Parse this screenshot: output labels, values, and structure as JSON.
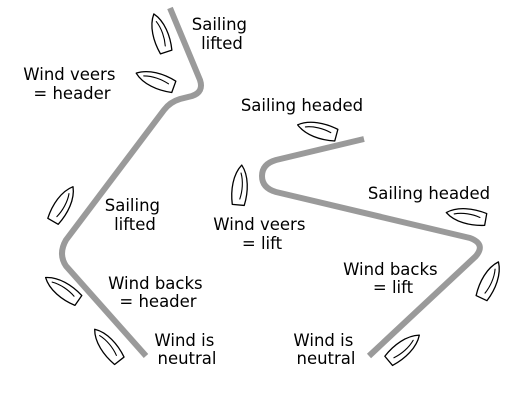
{
  "labels": {
    "sailing_lifted_top": [
      "Sailing",
      "lifted"
    ],
    "wind_veers_header": [
      "Wind veers",
      "= header"
    ],
    "sailing_lifted_mid": [
      "Sailing",
      "lifted"
    ],
    "wind_backs_header": [
      "Wind backs",
      "= header"
    ],
    "wind_neutral_left": [
      "Wind is",
      "neutral"
    ],
    "sailing_headed_top": [
      "Sailing headed"
    ],
    "sailing_headed_right": [
      "Sailing headed"
    ],
    "wind_veers_lift": [
      "Wind veers",
      "= lift"
    ],
    "wind_backs_lift": [
      "Wind backs",
      "= lift"
    ],
    "wind_neutral_right": [
      "Wind is",
      "neutral"
    ]
  },
  "colors": {
    "track": "#9a9a9a",
    "boat_outline": "#000000",
    "text": "#000000"
  },
  "icons": {
    "boat": "sailboat-icon"
  }
}
